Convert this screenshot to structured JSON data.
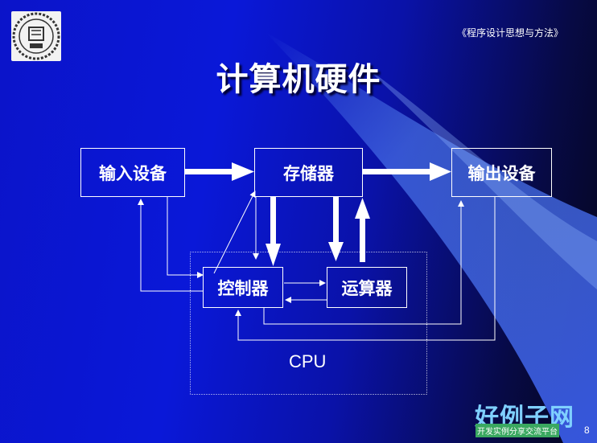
{
  "header": {
    "book_title": "《程序设计思想与方法》",
    "slide_title": "计算机硬件"
  },
  "diagram": {
    "input_device": "输入设备",
    "memory": "存储器",
    "output_device": "输出设备",
    "controller": "控制器",
    "alu": "运算器",
    "cpu_label": "CPU"
  },
  "footer": {
    "watermark_main": "好例子网",
    "watermark_sub": "开发实例分享交流平台",
    "page_number": "8"
  },
  "colors": {
    "background": "#0a18d8",
    "foreground": "#ffffff",
    "watermark": "#7fd0ff"
  }
}
